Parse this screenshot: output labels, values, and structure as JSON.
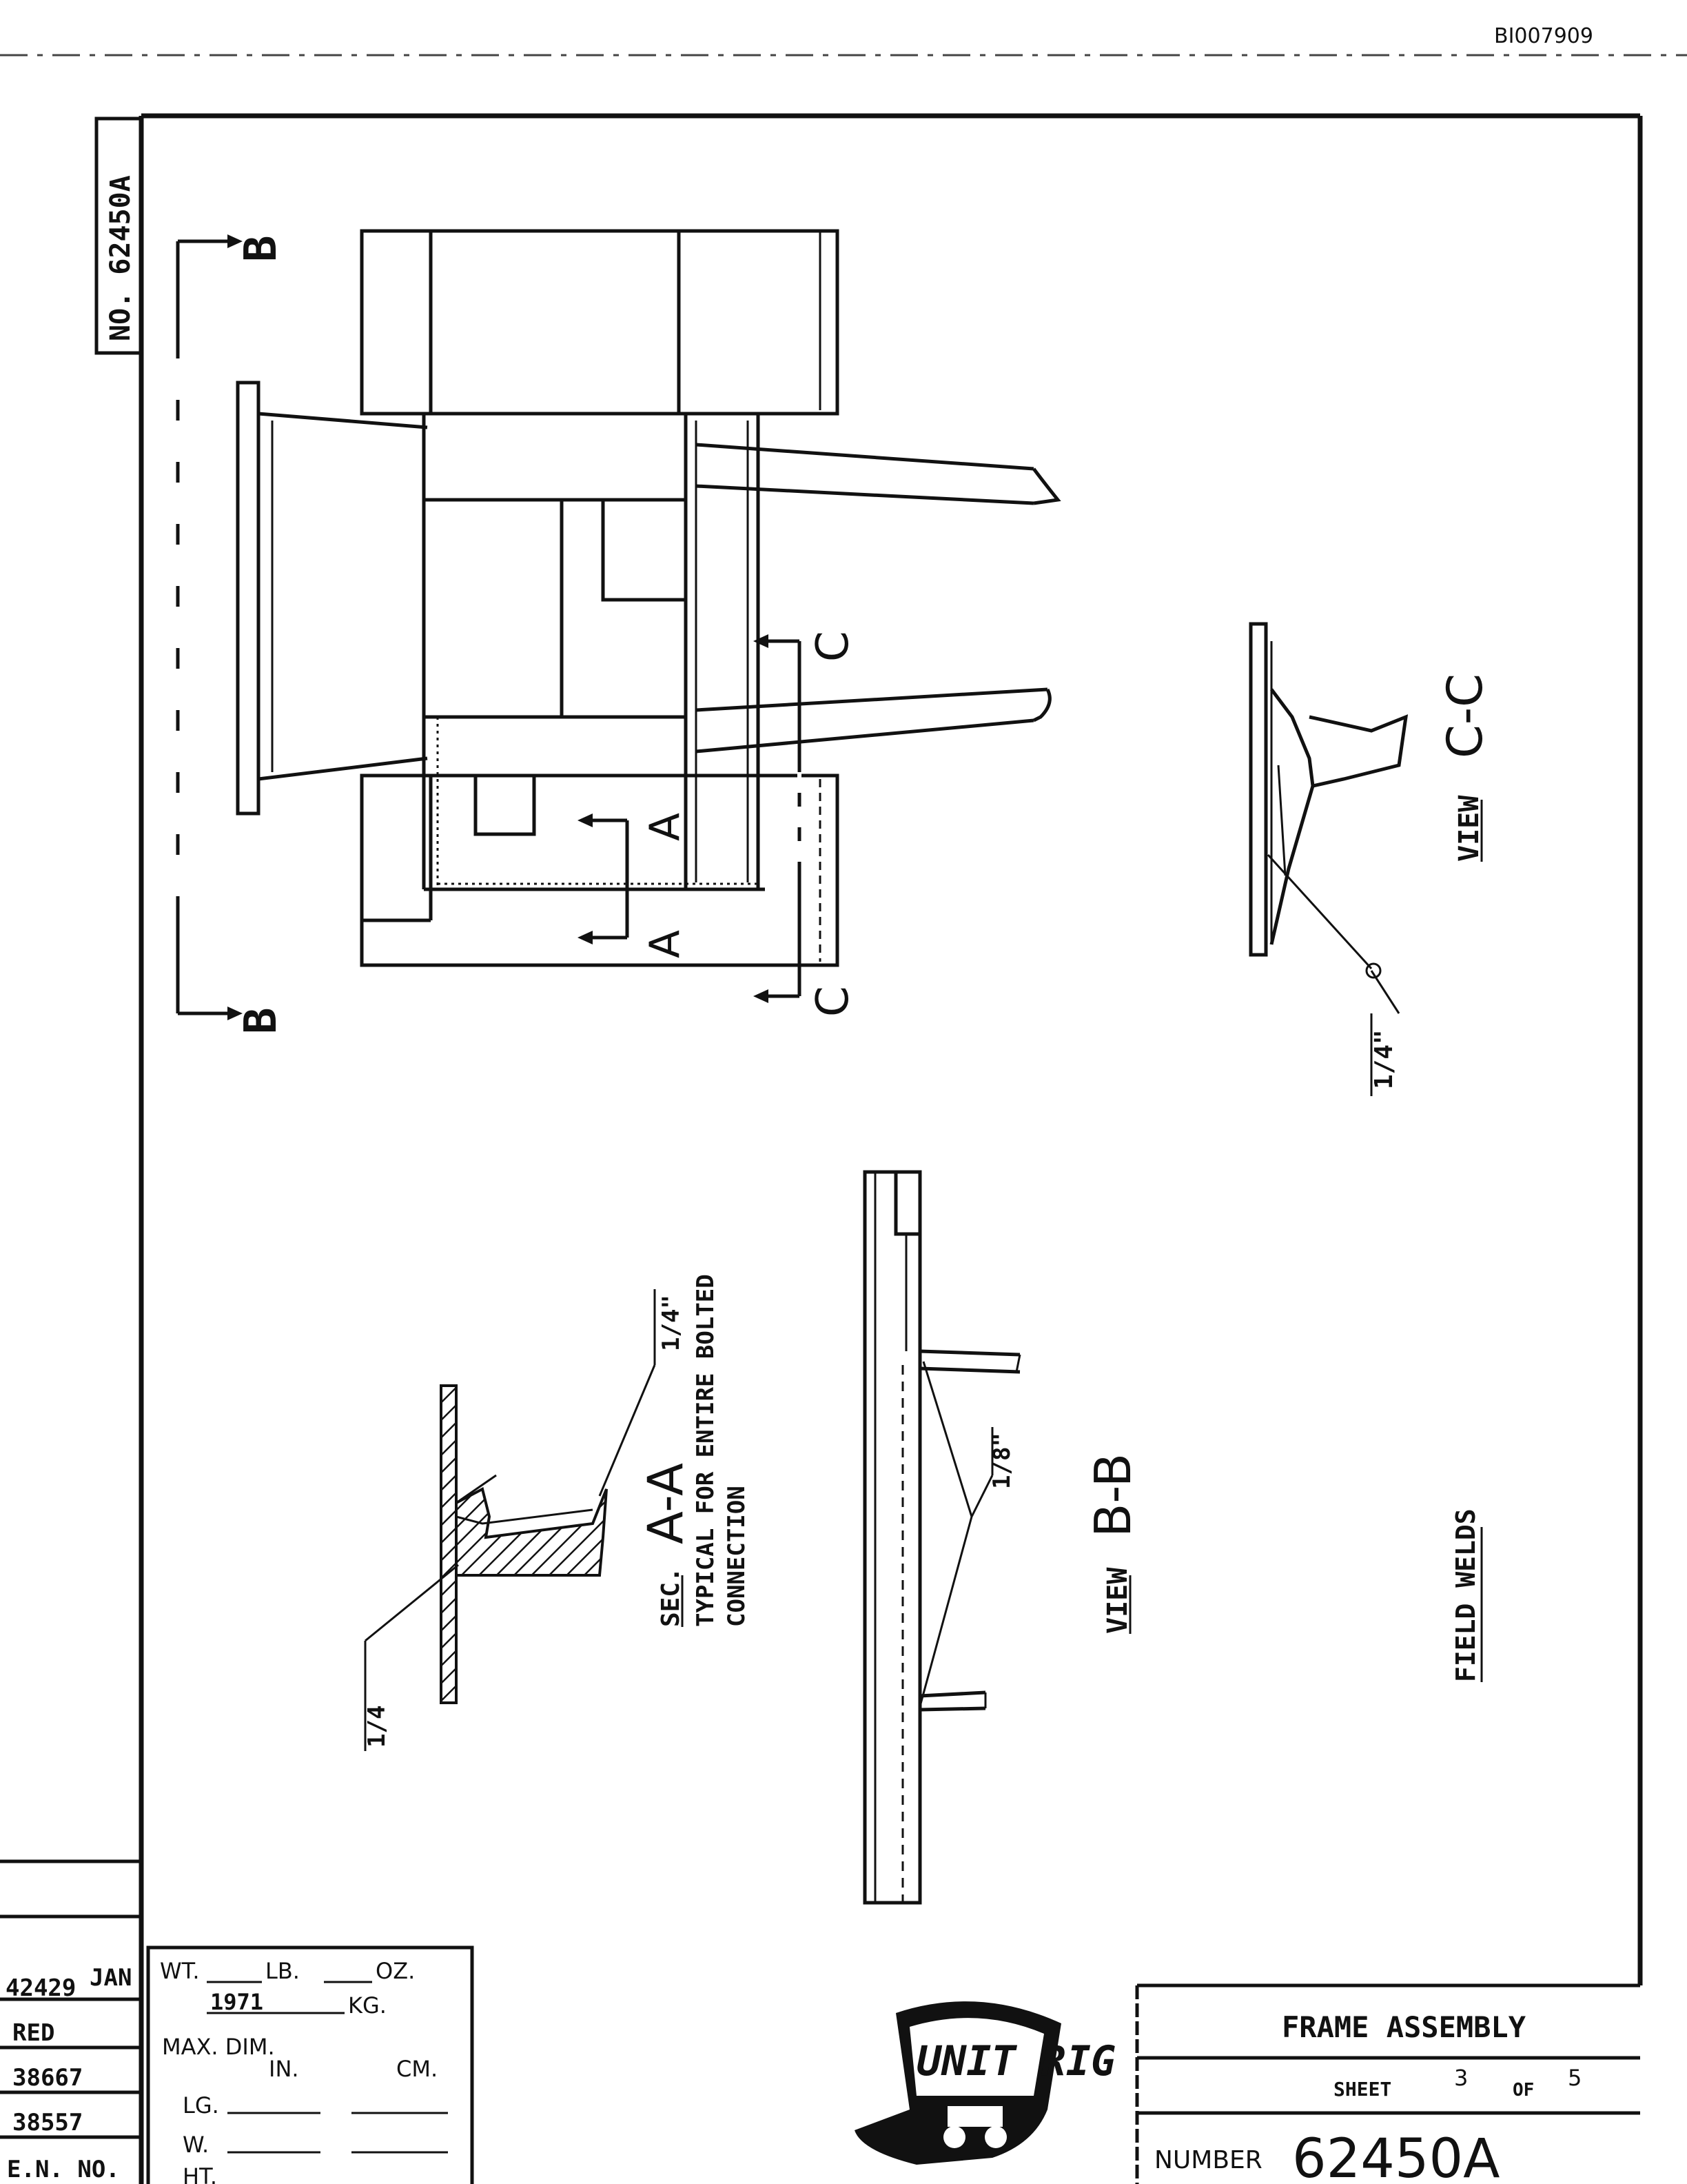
{
  "doc_id": "BI007909",
  "number_tab": "NO. 62450A",
  "section_marks": {
    "b_top": "B",
    "b_bottom": "B",
    "c_top": "C",
    "c_bottom": "C",
    "a_top": "A",
    "a_bottom": "A"
  },
  "view_cc": {
    "prefix": "VIEW",
    "name": "C-C",
    "weld_size": "1/4\""
  },
  "section_aa": {
    "prefix": "SEC.",
    "name": "A-A",
    "note_line1": "TYPICAL FOR ENTIRE BOLTED",
    "note_line2": "CONNECTION",
    "weld_left": "1/4",
    "weld_right": "1/4\""
  },
  "view_bb": {
    "prefix": "VIEW",
    "name": "B-B",
    "weld_size": "1/8\""
  },
  "field_welds": "FIELD WELDS",
  "revisions": [
    {
      "entry": "42429",
      "note": "JAN"
    },
    {
      "entry": "RED",
      "note": ""
    },
    {
      "entry": "38667",
      "note": ""
    },
    {
      "entry": "38557",
      "note": ""
    },
    {
      "entry": "E.N. NO.",
      "note": ""
    }
  ],
  "weight_block": {
    "wt_label": "WT.",
    "lb_label": "LB.",
    "oz_label": "OZ.",
    "kg_label": "KG.",
    "wt_value": "1971",
    "max_dim": "MAX. DIM.",
    "in_label": "IN.",
    "cm_label": "CM.",
    "lg_label": "LG.",
    "w_label": "W.",
    "ht_label": "HT."
  },
  "logo_text": "UNIT RIG",
  "title_block": {
    "title": "FRAME ASSEMBLY",
    "sheet_label": "SHEET",
    "sheet_no": "3",
    "of_label": "OF",
    "sheet_total": "5",
    "number_label": "NUMBER",
    "number_value": "62450A"
  }
}
